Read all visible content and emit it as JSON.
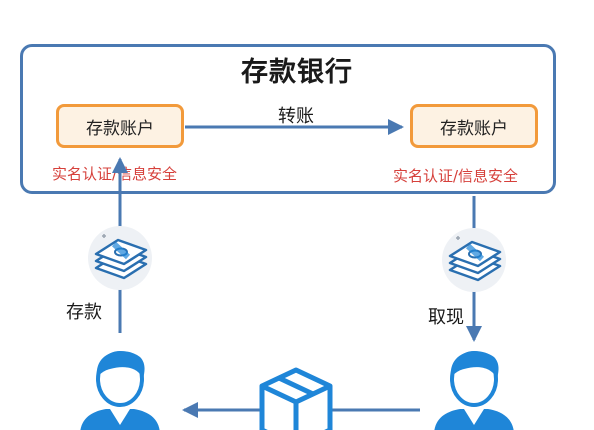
{
  "bank": {
    "title": "存款银行"
  },
  "accounts": {
    "left_label": "存款账户",
    "right_label": "存款账户"
  },
  "security": {
    "left_label": "实名认证/信息安全",
    "right_label": "实名认证/信息安全"
  },
  "flows": {
    "transfer": "转账",
    "deposit": "存款",
    "withdraw": "取现"
  },
  "icons": {
    "money": "money-stack-icon",
    "person": "person-icon",
    "package": "package-box-icon"
  },
  "colors": {
    "frame": "#4a79b2",
    "arrow": "#4a79b2",
    "account_border": "#f29a3b",
    "account_fill": "#fdf2e3",
    "security_text": "#d6403b",
    "icon_blue": "#1f86d8"
  }
}
